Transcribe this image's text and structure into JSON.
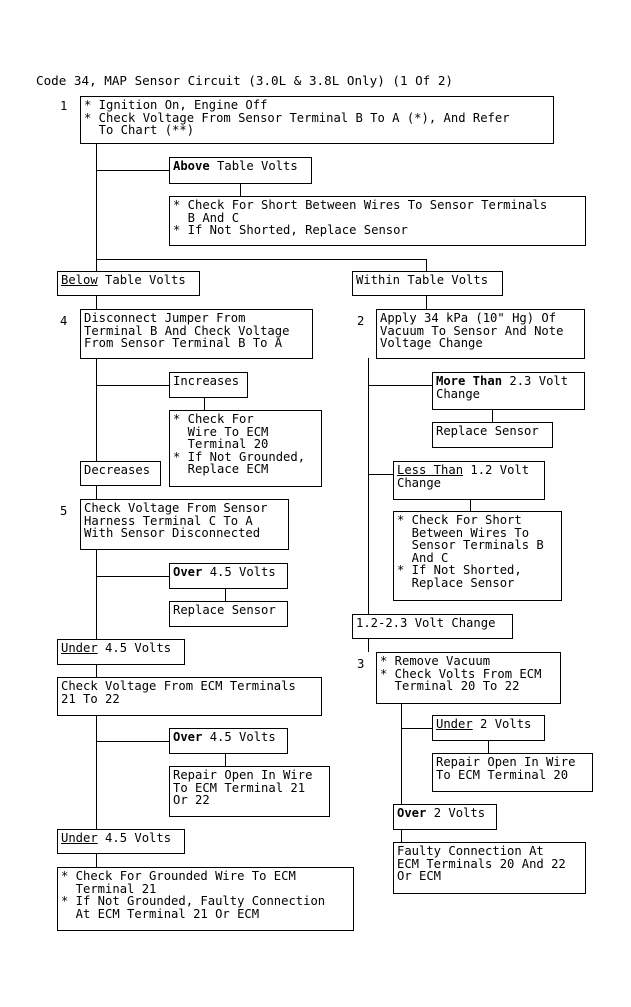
{
  "title": "Code 34, MAP Sensor Circuit (3.0L & 3.8L Only) (1 Of 2)",
  "steps": {
    "s1": {
      "number": "1",
      "lines": [
        "* Ignition On, Engine Off",
        "* Check Voltage From Sensor Terminal B To A (*), And Refer",
        "  To Chart (**)"
      ]
    },
    "above_table": {
      "bold": "Above",
      "rest": " Table Volts"
    },
    "above_action": {
      "lines": [
        "* Check For Short Between Wires To Sensor Terminals",
        "  B And C",
        "* If Not Shorted, Replace Sensor"
      ]
    },
    "below_table": {
      "underline": "Below",
      "rest": " Table Volts"
    },
    "within_table": {
      "label": "Within Table Volts"
    },
    "s4": {
      "number": "4",
      "lines": [
        "Disconnect Jumper From",
        "Terminal B And Check Voltage",
        "From Sensor Terminal B To A"
      ]
    },
    "increases": {
      "label": "Increases"
    },
    "increases_action": {
      "lines": [
        "* Check For",
        "  Wire To ECM",
        "  Terminal 20",
        "* If Not Grounded,",
        "  Replace ECM"
      ]
    },
    "decreases": {
      "label": "Decreases"
    },
    "s5": {
      "number": "5",
      "lines": [
        "Check Voltage From Sensor",
        "Harness Terminal C To A",
        "With Sensor Disconnected"
      ]
    },
    "over45_a": {
      "bold": "Over",
      "rest": " 4.5 Volts"
    },
    "replace_sensor_a": {
      "label": "Replace Sensor"
    },
    "under45_a": {
      "underline": "Under",
      "rest": " 4.5 Volts"
    },
    "check_ecm": {
      "lines": [
        "Check Voltage From ECM Terminals",
        "21 To 22"
      ]
    },
    "over45_b": {
      "bold": "Over",
      "rest": " 4.5 Volts"
    },
    "repair_open_21": {
      "lines": [
        "Repair Open In Wire",
        "To ECM Terminal 21",
        "Or 22"
      ]
    },
    "under45_b": {
      "underline": "Under",
      "rest": " 4.5 Volts"
    },
    "grounded_21": {
      "lines": [
        "* Check For Grounded Wire To ECM",
        "  Terminal 21",
        "* If Not Grounded, Faulty Connection",
        "  At ECM Terminal 21 Or ECM"
      ]
    },
    "s2": {
      "number": "2",
      "lines": [
        "Apply 34 kPa (10\" Hg) Of",
        "Vacuum To Sensor And Note",
        "Voltage Change"
      ]
    },
    "more_than": {
      "bold": "More Than",
      "rest": " 2.3 Volt",
      "line2": "Change"
    },
    "replace_sensor_b": {
      "label": "Replace Sensor"
    },
    "less_than": {
      "underline": "Less Than",
      "rest": " 1.2 Volt",
      "line2": "Change"
    },
    "less_action": {
      "lines": [
        "* Check For Short",
        "  Between Wires To",
        "  Sensor Terminals B",
        "  And C",
        "* If Not Shorted,",
        "  Replace Sensor"
      ]
    },
    "range_change": {
      "label": "1.2-2.3 Volt Change"
    },
    "s3": {
      "number": "3",
      "lines": [
        "* Remove Vacuum",
        "* Check Volts From ECM",
        "  Terminal 20 To 22"
      ]
    },
    "under2": {
      "underline": "Under",
      "rest": " 2 Volts"
    },
    "repair_open_20": {
      "lines": [
        "Repair Open In Wire",
        "To ECM Terminal 20"
      ]
    },
    "over2": {
      "bold": "Over",
      "rest": " 2 Volts"
    },
    "faulty_20_22": {
      "lines": [
        "Faulty Connection At",
        "ECM Terminals 20 And 22",
        "Or ECM"
      ]
    }
  }
}
